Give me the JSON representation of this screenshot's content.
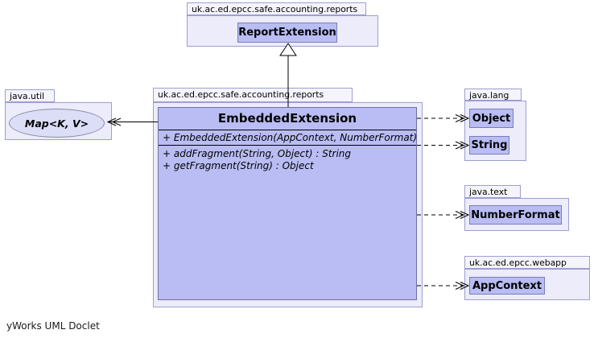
{
  "app": {
    "watermark": "yWorks UML Doclet"
  },
  "colors": {
    "background": "#ffffff",
    "package_fill": "#ececfa",
    "package_tab_fill": "#f4f4fc",
    "package_border": "#9e9ed2",
    "class_fill": "#b9bdf3",
    "class_border": "#7c7cb8",
    "ellipse_fill": "#dcdef8",
    "edge_color": "#000000"
  },
  "packages": {
    "top": {
      "name": "uk.ac.ed.epcc.safe.accounting.reports",
      "classes": [
        {
          "name": "ReportExtension"
        }
      ]
    },
    "util": {
      "name": "java.util",
      "interfaces": [
        {
          "name": "Map<K, V>"
        }
      ]
    },
    "main": {
      "name": "uk.ac.ed.epcc.safe.accounting.reports",
      "class": {
        "name": "EmbeddedExtension",
        "constructors": [
          "+ EmbeddedExtension(AppContext, NumberFormat)"
        ],
        "methods": [
          "+ addFragment(String, Object) : String",
          "+ getFragment(String) : Object"
        ]
      }
    },
    "lang": {
      "name": "java.lang",
      "classes": [
        {
          "name": "Object"
        },
        {
          "name": "String"
        }
      ]
    },
    "text": {
      "name": "java.text",
      "classes": [
        {
          "name": "NumberFormat"
        }
      ]
    },
    "webapp": {
      "name": "uk.ac.ed.epcc.webapp",
      "classes": [
        {
          "name": "AppContext"
        }
      ]
    }
  },
  "relationships": [
    {
      "type": "generalization",
      "from": "EmbeddedExtension",
      "to": "ReportExtension",
      "style": "solid-hollow-triangle"
    },
    {
      "type": "dependency",
      "from": "EmbeddedExtension",
      "to": "Map<K, V>",
      "style": "solid-open-arrow"
    },
    {
      "type": "dependency",
      "from": "EmbeddedExtension",
      "to": "Object",
      "style": "dashed-open-arrow"
    },
    {
      "type": "dependency",
      "from": "EmbeddedExtension",
      "to": "String",
      "style": "dashed-open-arrow"
    },
    {
      "type": "dependency",
      "from": "EmbeddedExtension",
      "to": "NumberFormat",
      "style": "dashed-open-arrow"
    },
    {
      "type": "dependency",
      "from": "EmbeddedExtension",
      "to": "AppContext",
      "style": "dashed-open-arrow"
    }
  ]
}
